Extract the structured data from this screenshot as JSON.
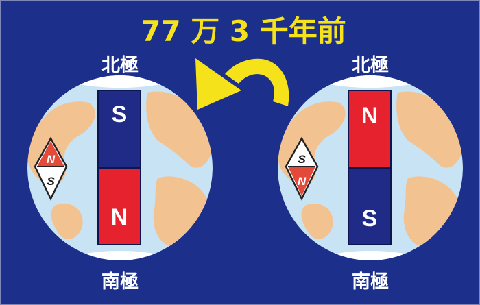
{
  "title": "77 万 3 千年前",
  "colors": {
    "background": "#1c2f8a",
    "title_yellow": "#f5e21b",
    "ocean": "#c8e3f4",
    "land": "#f3c291",
    "magnet_red": "#e5222e",
    "magnet_blue": "#1f2b86"
  },
  "left_globe": {
    "north_label": "北極",
    "south_label": "南極",
    "magnet_top": "S",
    "magnet_bottom": "N",
    "compass_top": "N",
    "compass_bottom": "S"
  },
  "right_globe": {
    "north_label": "北極",
    "south_label": "南極",
    "magnet_top": "N",
    "magnet_bottom": "S",
    "compass_top": "S",
    "compass_bottom": "N"
  },
  "arrow_icon": "curved-arrow-left-icon"
}
